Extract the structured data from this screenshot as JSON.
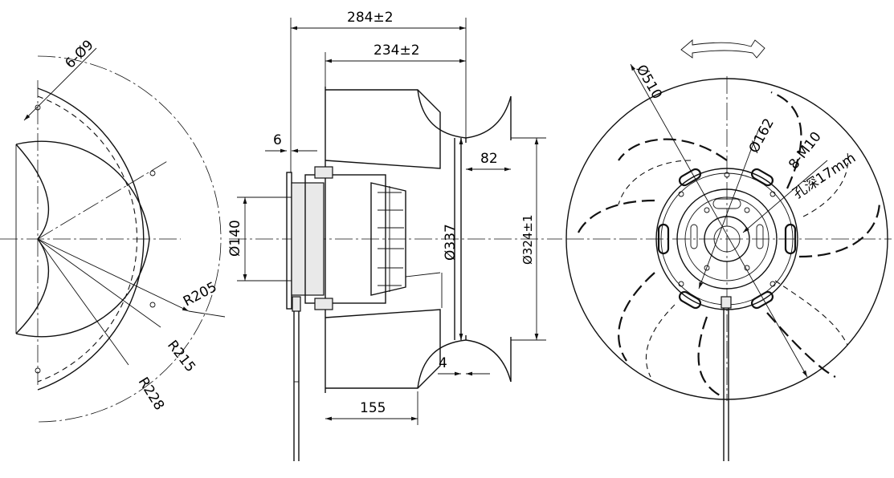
{
  "dimensions": {
    "holes": "6-Ø9",
    "r205": "R205",
    "r215": "R215",
    "r228": "R228",
    "overall_length": "284±2",
    "wheel_length": "234±2",
    "plate_thickness": "6",
    "hub_diameter": "Ø140",
    "wheel_diameter": "Ø337",
    "inlet_depth": "82",
    "inlet_diameter": "Ø324±1",
    "inlet_gap": "4",
    "hub_length": "155",
    "outer_diameter": "Ø510",
    "bolt_circle": "Ø162",
    "thread_spec": "8-M10",
    "hole_depth": "孔深17mm"
  },
  "rotation_arrow_icon": "rotation-direction-arrow"
}
